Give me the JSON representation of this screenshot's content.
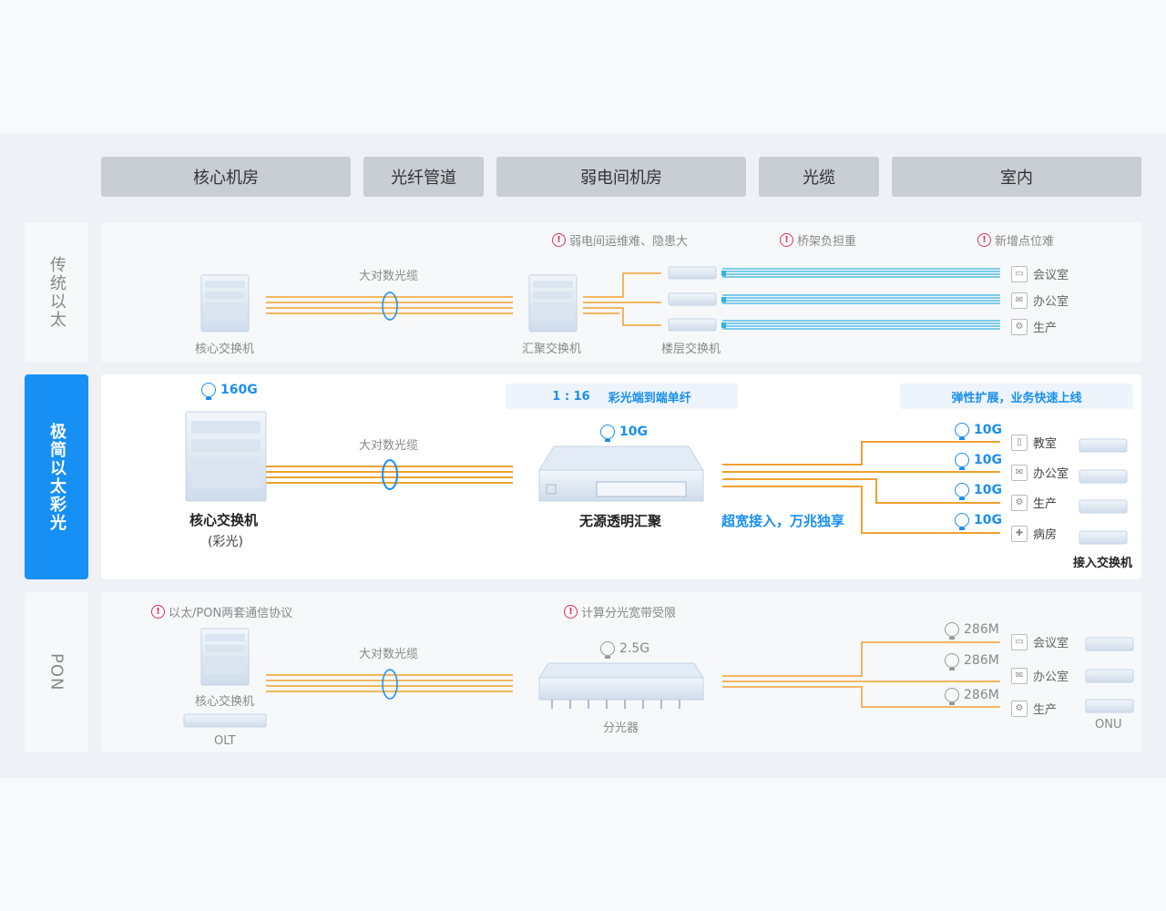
{
  "headers": [
    "核心机房",
    "光纤管道",
    "弱电间机房",
    "光缆",
    "室内"
  ],
  "rows": {
    "traditional": {
      "label": "传统以太",
      "warnings": [
        "弱电间运维难、隐患大",
        "桥架负担重",
        "新增点位难"
      ],
      "cable_label": "大对数光缆",
      "core_label": "核心交换机",
      "agg_label": "汇聚交换机",
      "floor_label": "楼层交换机",
      "rooms": [
        "会议室",
        "办公室",
        "生产"
      ]
    },
    "simple": {
      "label": "极简以太彩光",
      "core_speed": "160G",
      "core_label_1": "核心交换机",
      "core_label_2": "(彩光)",
      "cable_label": "大对数光缆",
      "ratio_1": "1 : 16",
      "ratio_2": "彩光端到端单纤",
      "agg_speed": "10G",
      "agg_label": "无源透明汇聚",
      "slogan": "超宽接入，万兆独享",
      "expand": "弹性扩展，业务快速上线",
      "port_speeds": [
        "10G",
        "10G",
        "10G",
        "10G"
      ],
      "rooms": [
        "教室",
        "办公室",
        "生产",
        "病房"
      ],
      "access_label": "接入交换机"
    },
    "pon": {
      "label": "PON",
      "warnings": [
        "以太/PON两套通信协议",
        "计算分光宽带受限"
      ],
      "cable_label": "大对数光缆",
      "core_label": "核心交换机",
      "olt_label": "OLT",
      "splitter_speed": "2.5G",
      "splitter_label": "分光器",
      "port_speeds": [
        "286M",
        "286M",
        "286M"
      ],
      "rooms": [
        "会议室",
        "办公室",
        "生产"
      ],
      "onu_label": "ONU"
    }
  },
  "colors": {
    "fiber": "#f0a030",
    "accent": "#1690f5",
    "warning": "#e0305a",
    "cable": "#35b0e0"
  }
}
